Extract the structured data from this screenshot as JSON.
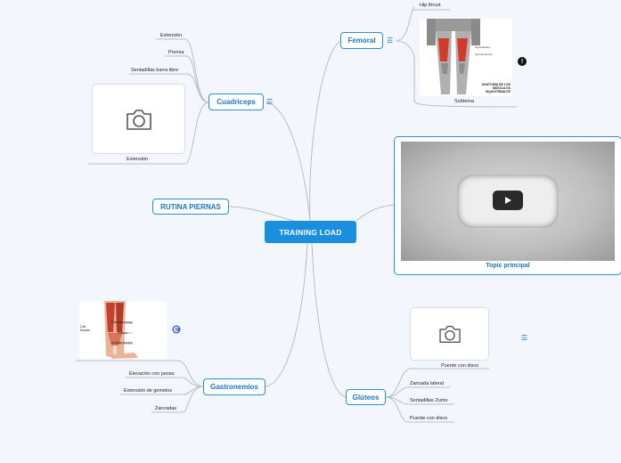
{
  "central": {
    "label": "TRAINING LOAD"
  },
  "branches": {
    "femoral": {
      "label": "Femoral",
      "children": [
        "Hip thrust"
      ],
      "image_caption": "Subtema",
      "image_text": {
        "label_a": "Isquiotibiales",
        "label_b": "Semitendinoso",
        "label_c": "ANATOMÍA DE LOS MÚSCULOS ISQUIOTIBIALES"
      },
      "warning_icon": "info-icon"
    },
    "cuadriceps": {
      "label": "Cuadriceps",
      "children": [
        "Extensión",
        "Prensa",
        "Sentadillas barra libre"
      ],
      "image_caption": "Extensión"
    },
    "rutina": {
      "label": "RUTINA PIERNAS"
    },
    "video": {
      "label": "Topic principal"
    },
    "gastronemios": {
      "label": "Gastronemios",
      "children": [
        "Elevación con pesas",
        "Extensión de gemelos",
        "Zancadas"
      ],
      "image_text": {
        "label_a": "Calf Muscle",
        "label_b": "Gastrocnemius",
        "label_c": "Soleus",
        "label_d": "Achilles tendon"
      }
    },
    "gluteos": {
      "label": "Glúteos",
      "children": [
        "Zancada lateral",
        "Sentadillas Zumo",
        "Puente con disco"
      ],
      "image_caption": "Puente con disco"
    }
  },
  "colors": {
    "accent": "#1a8fe0",
    "border": "#2b8fd8",
    "line": "#b9bec6",
    "background": "#f3f6fd"
  }
}
